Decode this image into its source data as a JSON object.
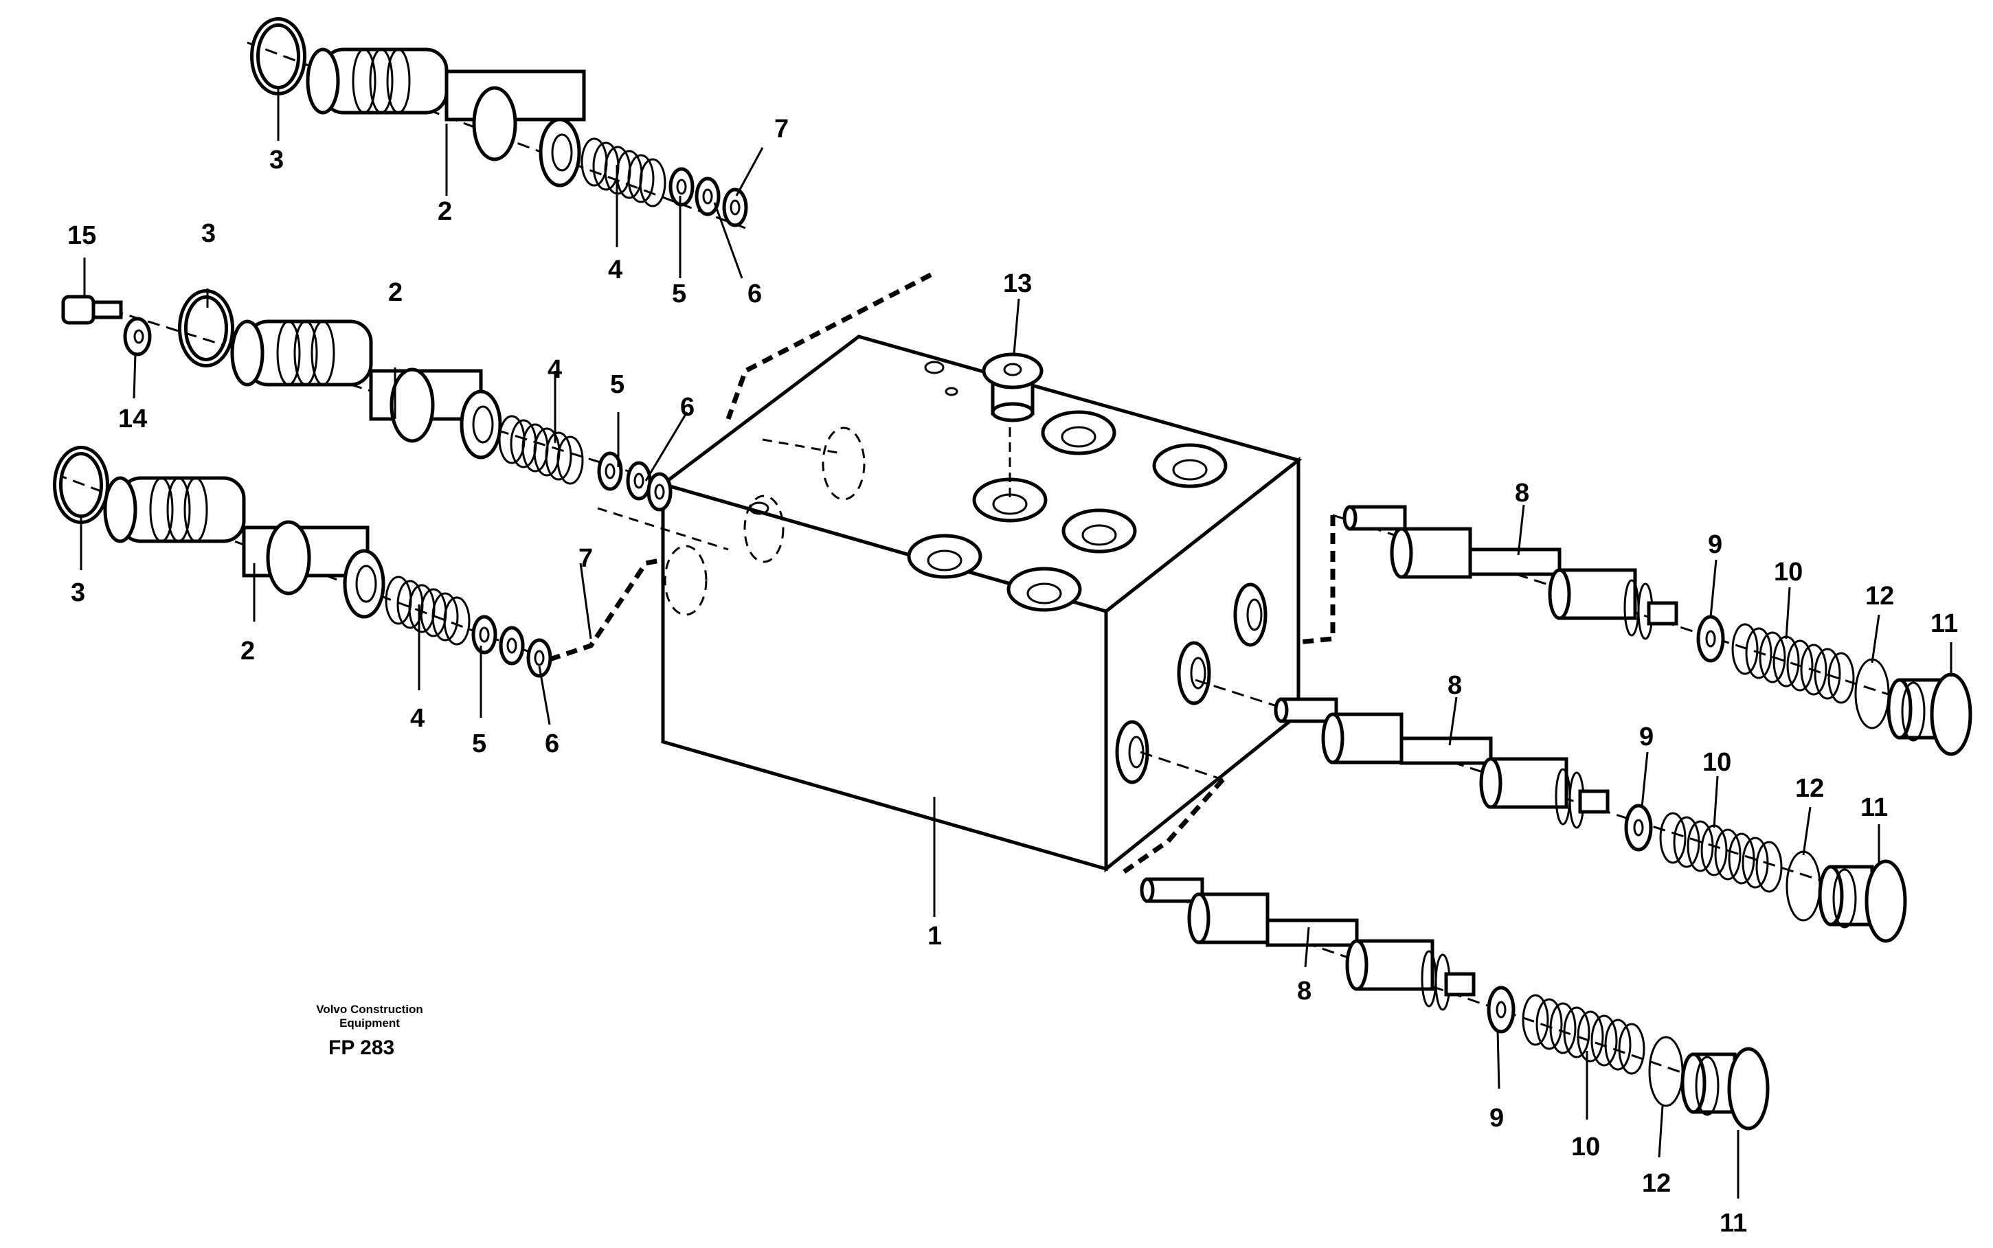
{
  "caption": {
    "line1": "Volvo Construction",
    "line2": "Equipment",
    "code": "FP 283"
  },
  "labels": {
    "l1": "1",
    "l2a": "2",
    "l2b": "2",
    "l2c": "2",
    "l3a": "3",
    "l3b": "3",
    "l3c": "3",
    "l4a": "4",
    "l4b": "4",
    "l4c": "4",
    "l5a": "5",
    "l5b": "5",
    "l5c": "5",
    "l6a": "6",
    "l6b": "6",
    "l6c": "6",
    "l7a": "7",
    "l7b": "7",
    "l8a": "8",
    "l8b": "8",
    "l8c": "8",
    "l9a": "9",
    "l9b": "9",
    "l9c": "9",
    "l10a": "10",
    "l10b": "10",
    "l10c": "10",
    "l11a": "11",
    "l11b": "11",
    "l11c": "11",
    "l12a": "12",
    "l12b": "12",
    "l12c": "12",
    "l13": "13",
    "l14": "14",
    "l15": "15"
  }
}
